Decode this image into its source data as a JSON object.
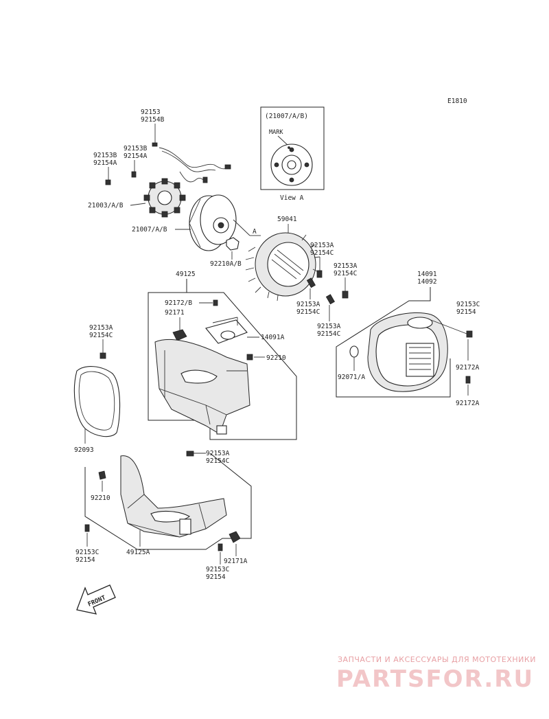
{
  "diagram_code": "E1810",
  "view_box": {
    "ref": "(21007/A/B)",
    "mark": "MARK",
    "caption": "View A"
  },
  "labels": {
    "p92153_92154b_a": "92153",
    "p92153_92154b_b": "92154B",
    "p92153b_top_a": "92153B",
    "p92153b_top_b": "92154A",
    "p92153b_left_a": "92153B",
    "p92153b_left_b": "92154A",
    "p21003": "21003/A/B",
    "p21007": "21007/A/B",
    "view_letter": "A",
    "p92210ab": "92210A/B",
    "p59041": "59041",
    "p92153a_1_a": "92153A",
    "p92153a_1_b": "92154C",
    "p92153a_2_a": "92153A",
    "p92153a_2_b": "92154C",
    "p92153a_3_a": "92153A",
    "p92153a_3_b": "92154C",
    "p92153a_4_a": "92153A",
    "p92153a_4_b": "92154C",
    "p14091": "14091",
    "p14092": "14092",
    "p92153c_r_a": "92153C",
    "p92153c_r_b": "92154",
    "p92172a_1": "92172A",
    "p92172a_2": "92172A",
    "p92071a": "92071/A",
    "p49125": "49125",
    "p92172b": "92172/B",
    "p92171": "92171",
    "p14091a": "14091A",
    "p92210_mid": "92210",
    "p92153a_l_a": "92153A",
    "p92153a_l_b": "92154C",
    "p92093": "92093",
    "p92153a_b_a": "92153A",
    "p92153a_b_b": "92154C",
    "p92210_low": "92210",
    "p92153c_bl_a": "92153C",
    "p92153c_bl_b": "92154",
    "p49125a": "49125A",
    "p92171a": "92171A",
    "p92153c_bm_a": "92153C",
    "p92153c_bm_b": "92154"
  },
  "front_arrow": "FRONT",
  "watermark": {
    "tagline": "ЗАПЧАСТИ И АКСЕССУАРЫ ДЛЯ МОТОТЕХНИКИ",
    "brand": "PARTSFOR.RU"
  }
}
